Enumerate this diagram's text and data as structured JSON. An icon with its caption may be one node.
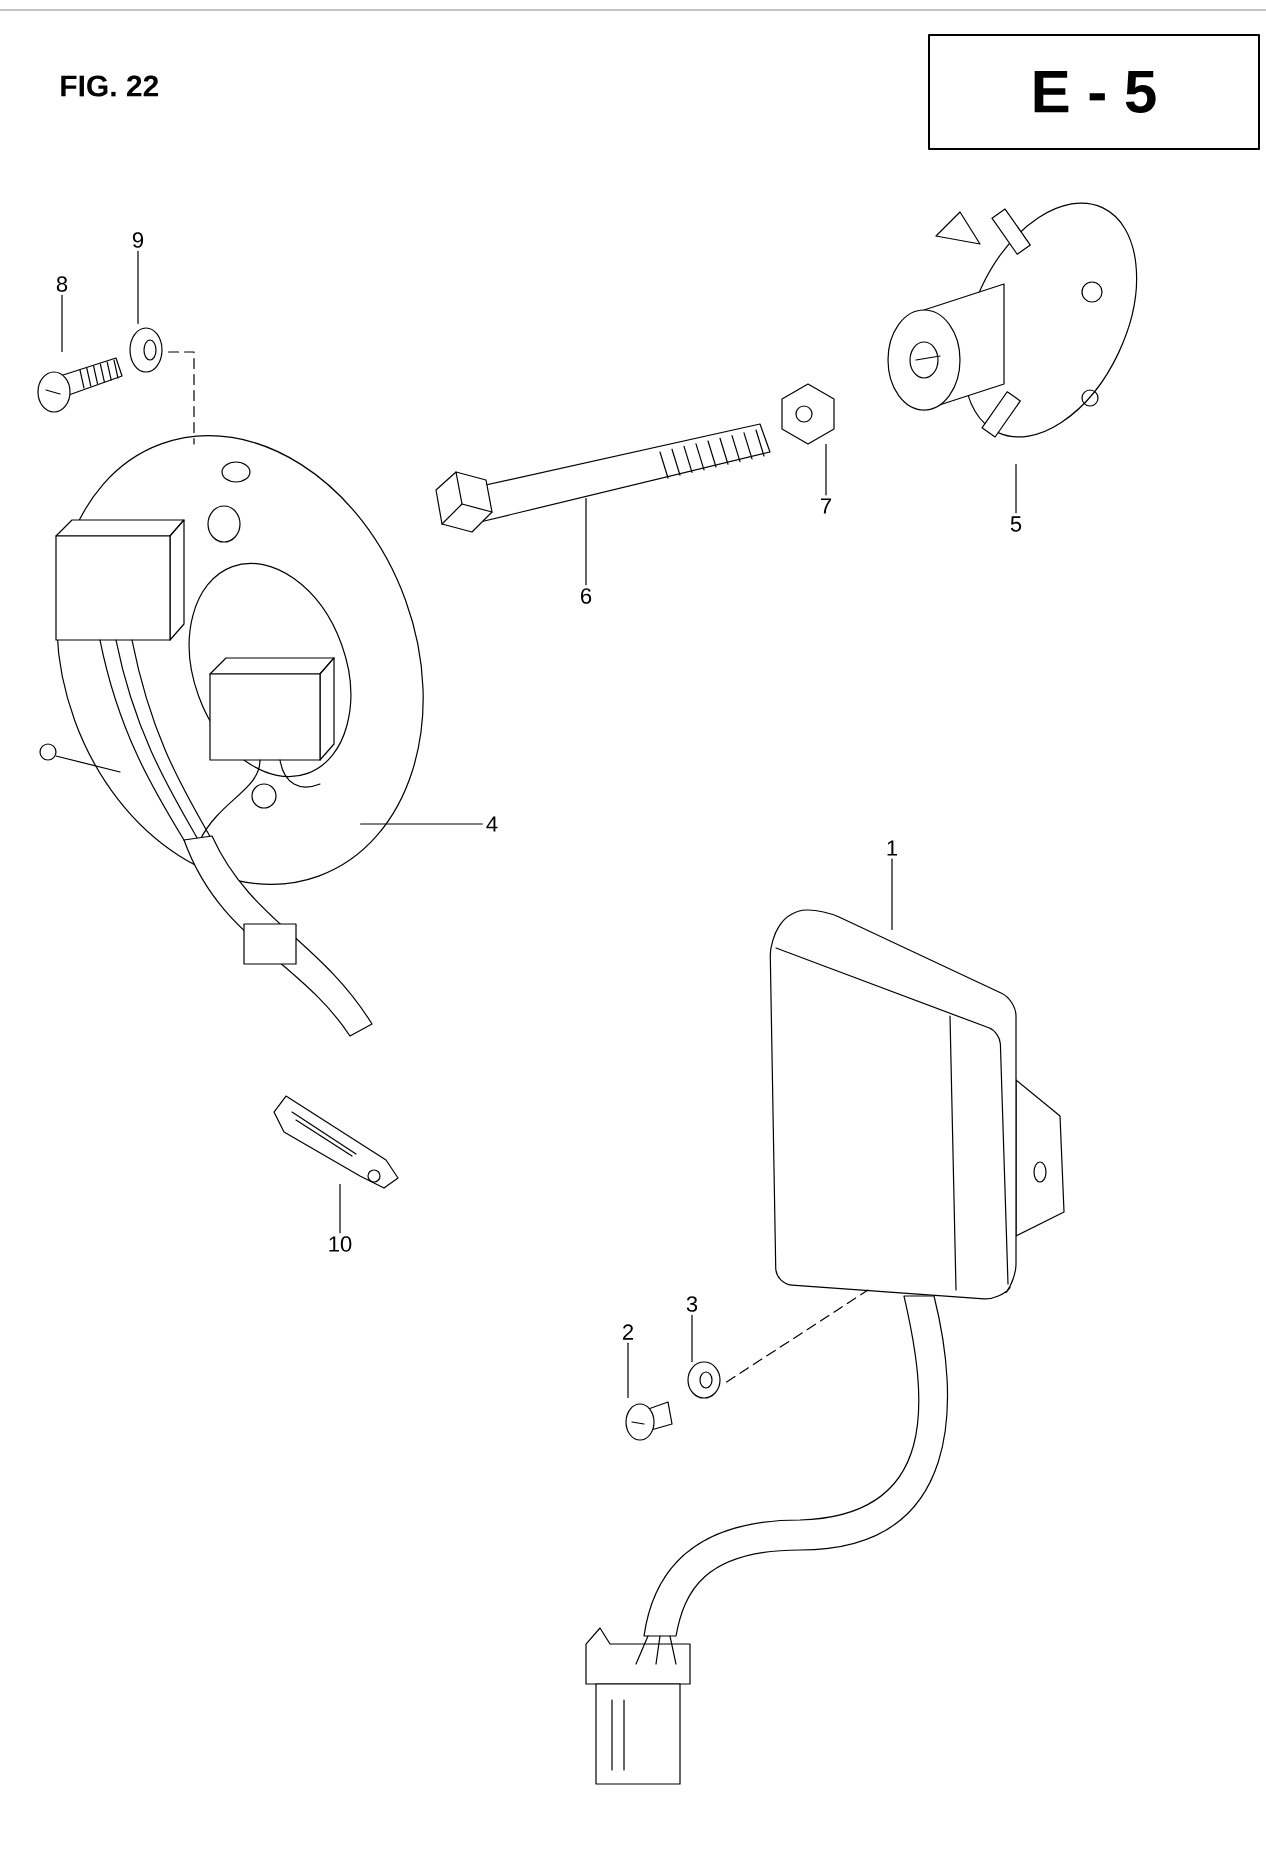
{
  "diagram": {
    "title": "FIG. 22",
    "nodes": [
      {
        "text": [
          "E - 5"
        ]
      },
      {
        "text": [
          "1"
        ]
      },
      {
        "text": [],
        "shape": "picture"
      },
      {
        "text": [
          "2"
        ]
      },
      {
        "text": [],
        "shape": "picture"
      },
      {
        "text": [
          "3"
        ]
      },
      {
        "text": [],
        "shape": "picture"
      },
      {
        "text": [
          "4"
        ]
      },
      {
        "text": [],
        "shape": "picture"
      },
      {
        "text": [
          "5"
        ]
      },
      {
        "text": [],
        "shape": "picture"
      },
      {
        "text": [
          "6"
        ]
      },
      {
        "text": [],
        "shape": "picture"
      },
      {
        "text": [
          "7"
        ]
      },
      {
        "text": [],
        "shape": "picture"
      },
      {
        "text": [
          "8"
        ]
      },
      {
        "text": [],
        "shape": "picture"
      },
      {
        "text": [
          "9"
        ]
      },
      {
        "text": [],
        "shape": "picture"
      },
      {
        "text": [
          "10"
        ]
      },
      {
        "text": [],
        "shape": "picture"
      }
    ],
    "edges": [
      {
        "from": 1,
        "to": 2,
        "arrow": "none"
      },
      {
        "from": 3,
        "to": 4,
        "arrow": "none"
      },
      {
        "from": 5,
        "to": 6,
        "arrow": "none"
      },
      {
        "from": 7,
        "to": 8,
        "arrow": "none"
      },
      {
        "from": 9,
        "to": 10,
        "arrow": "none"
      },
      {
        "from": 11,
        "to": 12,
        "arrow": "none"
      },
      {
        "from": 13,
        "to": 14,
        "arrow": "none"
      },
      {
        "from": 15,
        "to": 16,
        "arrow": "none"
      },
      {
        "from": 17,
        "to": 18,
        "arrow": "none"
      },
      {
        "from": 19,
        "to": 20,
        "arrow": "none"
      },
      {
        "from": 18,
        "to": 8,
        "arrow": "none",
        "style": "dashed"
      },
      {
        "from": 6,
        "to": 2,
        "arrow": "none",
        "style": "dashed"
      }
    ]
  }
}
